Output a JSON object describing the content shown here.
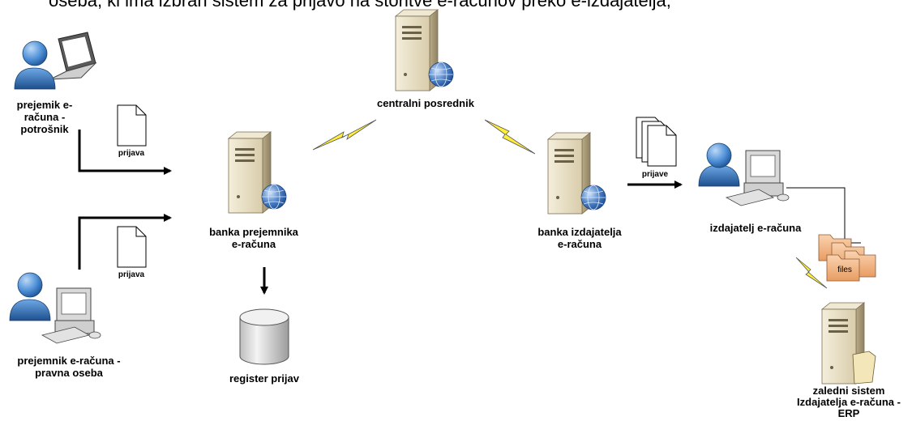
{
  "header_text": "oseba, ki ima izbran sistem za prijavo na storitve e-računov preko e-izdajatelja;",
  "nodes": {
    "consumer": {
      "line1": "prejemik e-",
      "line2": "računa -",
      "line3": "potrošnik"
    },
    "legal": {
      "line1": "prejemnik e-računa -",
      "line2": "pravna oseba"
    },
    "bank_recipient": {
      "line1": "banka prejemnika",
      "line2": "e-računa"
    },
    "central": {
      "line1": "centralni posrednik"
    },
    "bank_issuer": {
      "line1": "banka izdajatelja",
      "line2": "e-računa"
    },
    "issuer": {
      "line1": "izdajatelj e-računa"
    },
    "register": {
      "line1": "register prijav"
    },
    "erp": {
      "line1": "zaledni sistem",
      "line2": "Izdajatelja e-računa -",
      "line3": "ERP"
    }
  },
  "docs": {
    "prijava_top": "prijava",
    "prijava_bottom": "prijava",
    "prijave": "prijave",
    "files": "files"
  },
  "icons": [
    "user-laptop-icon",
    "user-desktop-icon",
    "server-globe-icon",
    "lightning-icon",
    "document-icon",
    "database-icon",
    "folders-icon",
    "server-document-icon"
  ],
  "colors": {
    "server_body": "#e6dcc0",
    "globe": "#4a7ec4",
    "user": "#4d8fd6",
    "lightning": "#ffef3a",
    "folder": "#f5b98c"
  }
}
